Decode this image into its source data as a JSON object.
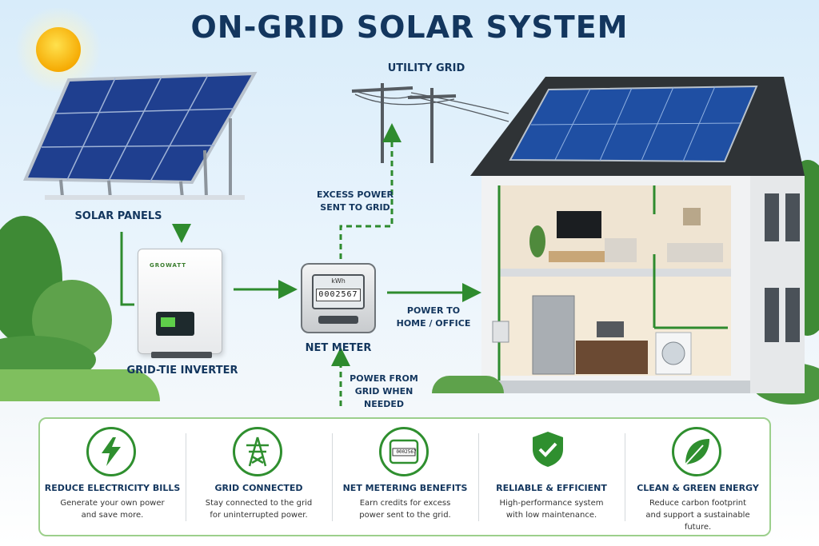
{
  "title": "ON-GRID SOLAR SYSTEM",
  "labels": {
    "utility_grid": "UTILITY GRID",
    "solar_panels": "SOLAR PANELS",
    "excess_power_line1": "EXCESS POWER",
    "excess_power_line2": "SENT TO GRID",
    "inverter": "GRID-TIE INVERTER",
    "inverter_brand": "GROWATT",
    "net_meter": "NET METER",
    "meter_unit": "kWh",
    "meter_reading": "0002567",
    "power_home_line1": "POWER TO",
    "power_home_line2": "HOME / OFFICE",
    "power_grid_line1": "POWER FROM",
    "power_grid_line2": "GRID WHEN",
    "power_grid_line3": "NEEDED"
  },
  "features": [
    {
      "icon": "lightning-icon",
      "title": "REDUCE ELECTRICITY BILLS",
      "desc_line1": "Generate your own power",
      "desc_line2": "and save more.",
      "desc_line3": ""
    },
    {
      "icon": "transmission-tower-icon",
      "title": "GRID CONNECTED",
      "desc_line1": "Stay connected to the grid",
      "desc_line2": "for uninterrupted power.",
      "desc_line3": ""
    },
    {
      "icon": "meter-icon",
      "title": "NET METERING BENEFITS",
      "desc_line1": "Earn credits for excess",
      "desc_line2": "power sent to the grid.",
      "desc_line3": "",
      "meter_reading": "0002567"
    },
    {
      "icon": "shield-check-icon",
      "title": "RELIABLE & EFFICIENT",
      "desc_line1": "High-performance system",
      "desc_line2": "with low maintenance.",
      "desc_line3": ""
    },
    {
      "icon": "leaf-icon",
      "title": "CLEAN & GREEN ENERGY",
      "desc_line1": "Reduce carbon footprint",
      "desc_line2": "and support a sustainable",
      "desc_line3": "future."
    }
  ],
  "colors": {
    "title": "#13365e",
    "arrow_green": "#2e8b2e",
    "feature_green": "#2f8f2f",
    "panel_blue": "#1f4fa3"
  }
}
